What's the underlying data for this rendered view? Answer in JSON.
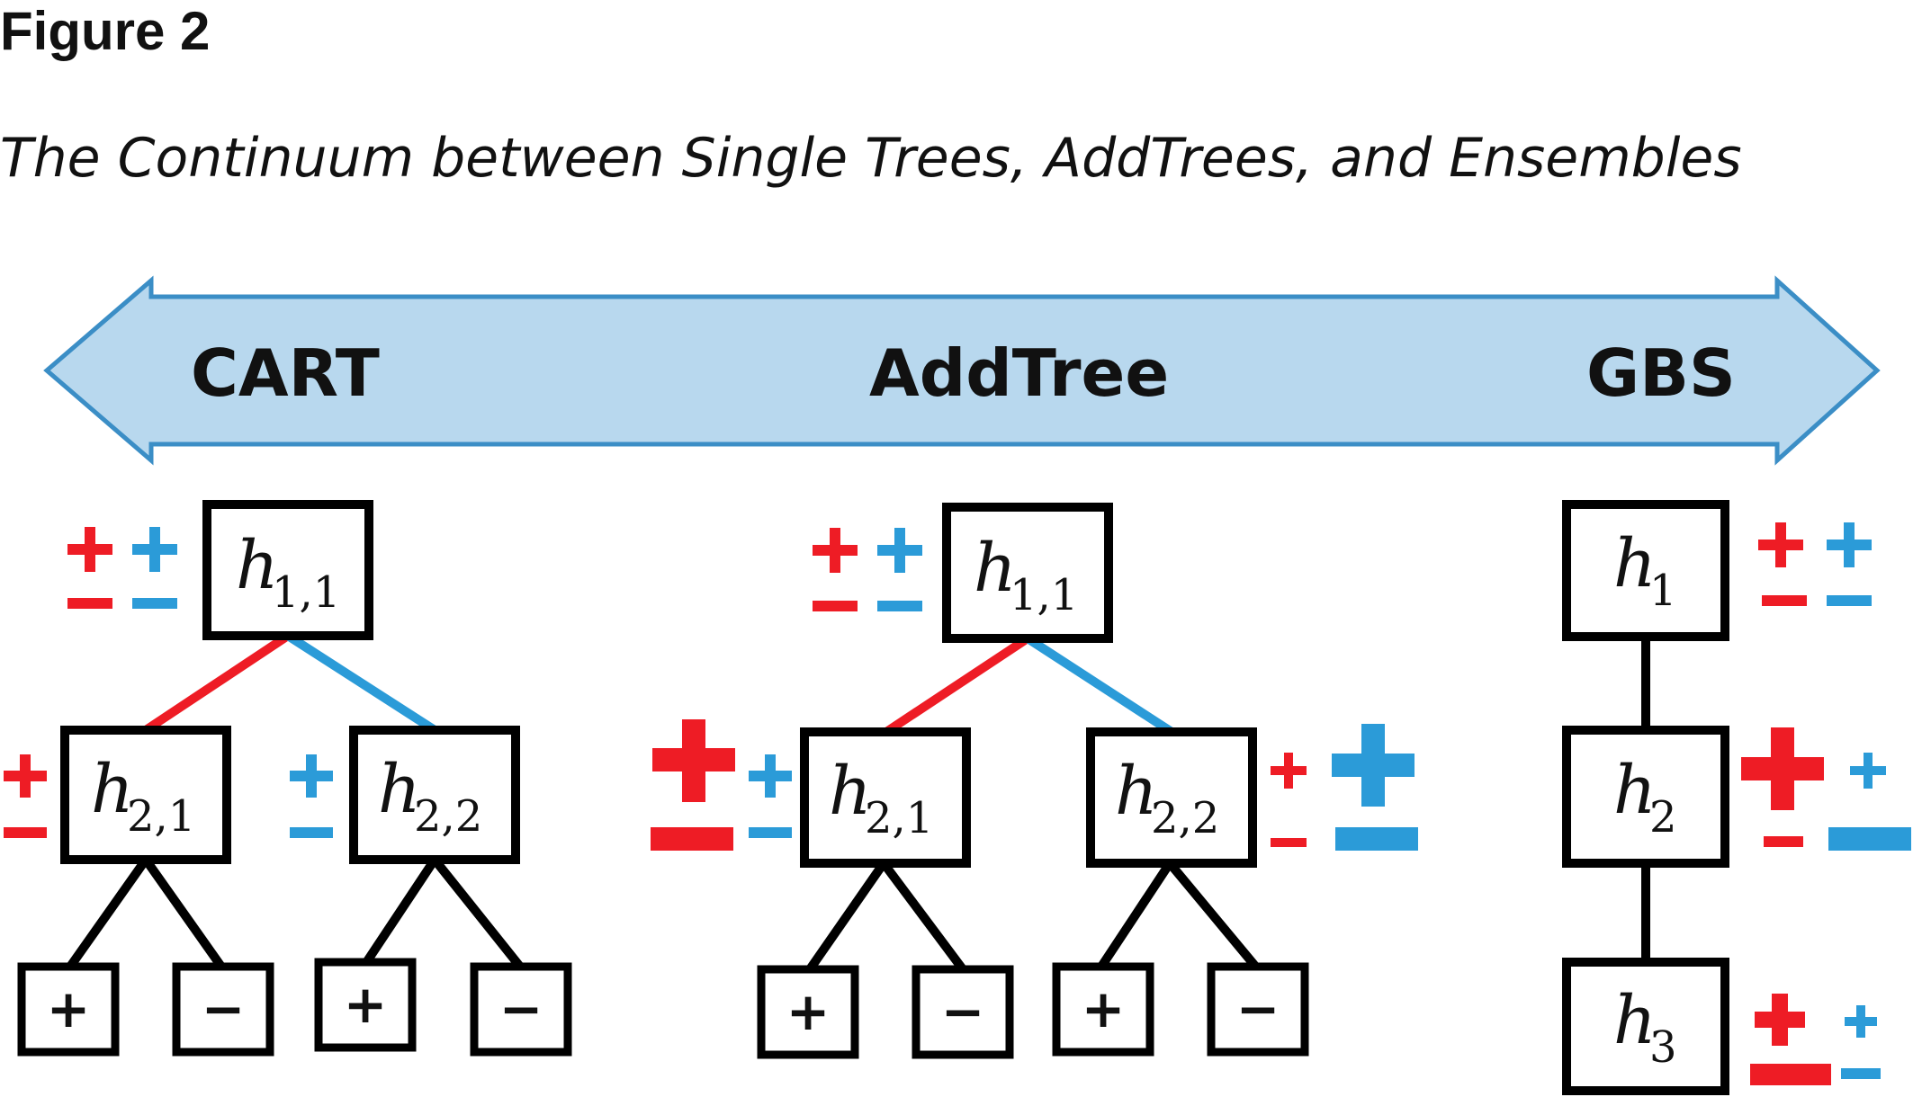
{
  "figure": {
    "label": "Figure 2",
    "caption": "The Continuum between Single Trees, AddTrees, and Ensembles"
  },
  "continuum": {
    "left_label": "CART",
    "center_label": "AddTree",
    "right_label": "GBS"
  },
  "colors": {
    "arrow_fill": "#b8d8ee",
    "arrow_stroke": "#3b8ec6",
    "red": "#ee1c25",
    "blue": "#2b9bd8",
    "black": "#000000"
  },
  "nodes": {
    "cart_root": {
      "h": "h",
      "sub": "1,1"
    },
    "cart_left": {
      "h": "h",
      "sub": "2,1"
    },
    "cart_right": {
      "h": "h",
      "sub": "2,2"
    },
    "addtree_root": {
      "h": "h",
      "sub": "1,1"
    },
    "addtree_left": {
      "h": "h",
      "sub": "2,1"
    },
    "addtree_right": {
      "h": "h",
      "sub": "2,2"
    },
    "gbs_1": {
      "h": "h",
      "sub": "1"
    },
    "gbs_2": {
      "h": "h",
      "sub": "2"
    },
    "gbs_3": {
      "h": "h",
      "sub": "3"
    }
  },
  "leaves": {
    "plus": "+",
    "minus": "−"
  }
}
